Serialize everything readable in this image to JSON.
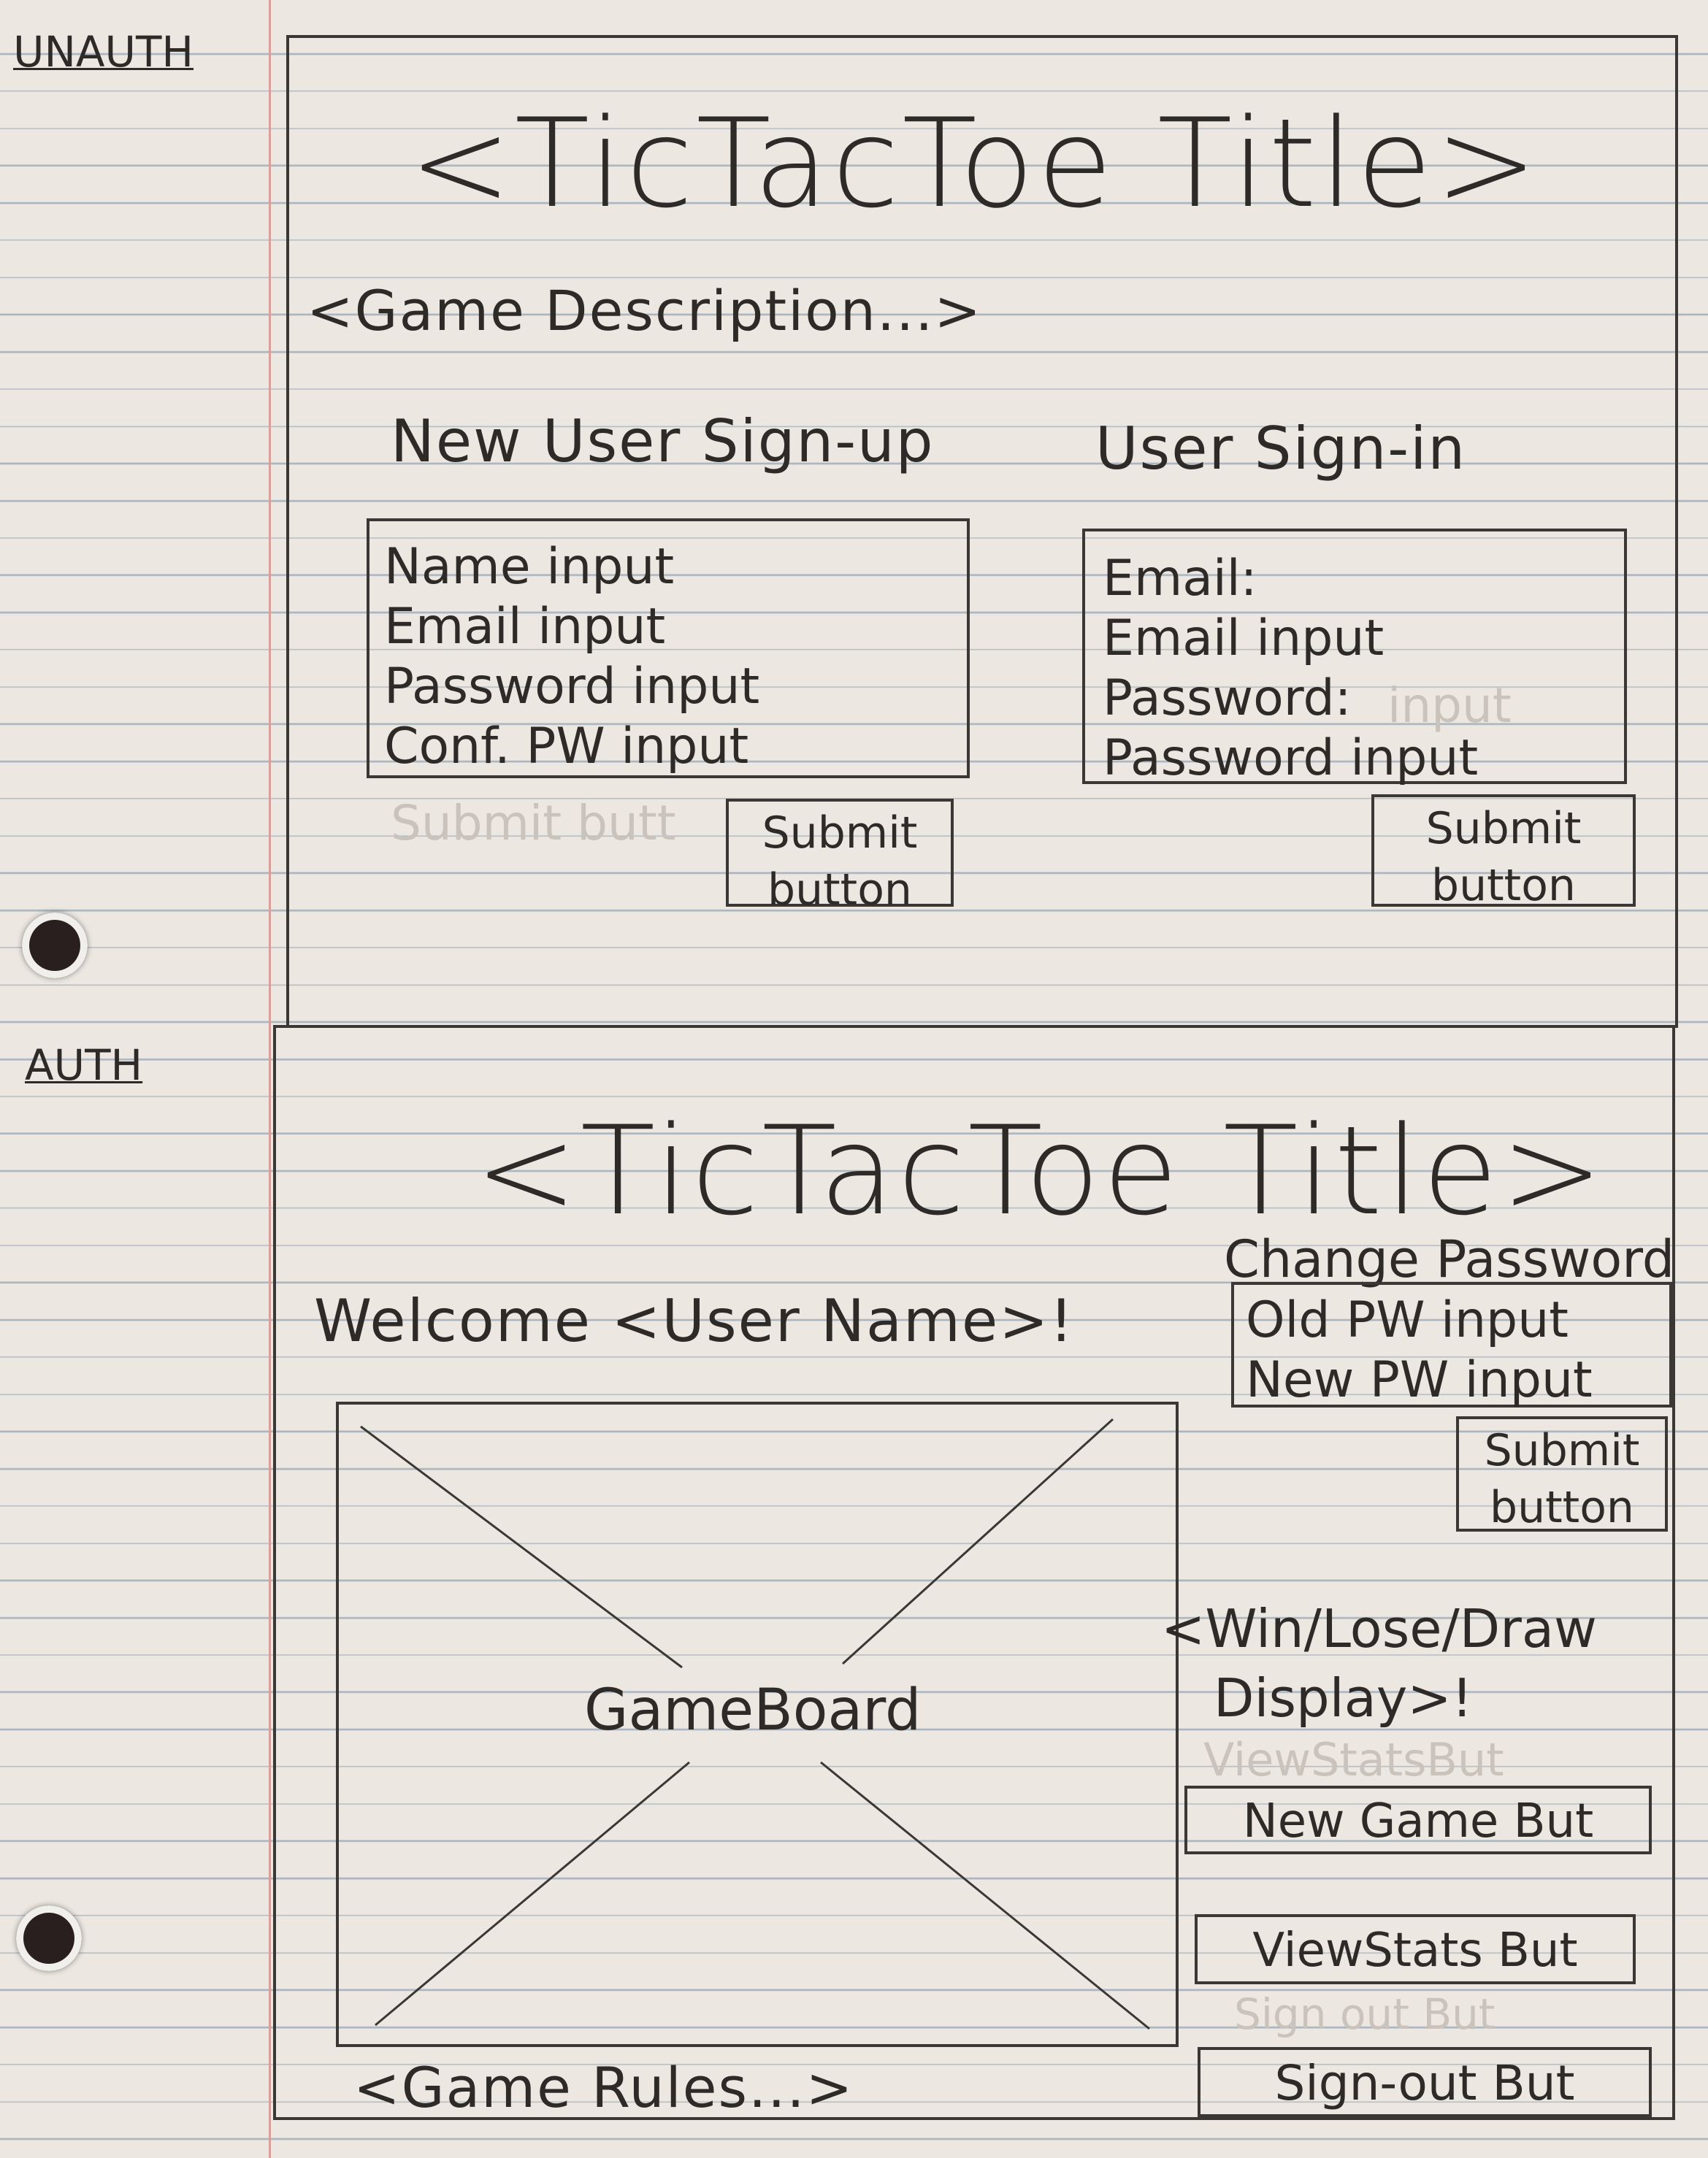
{
  "labels": {
    "unauth": "UNAUTH",
    "auth": "AUTH"
  },
  "unauth": {
    "title": "<TicTacToe Title>",
    "description": "<Game Description...>",
    "signup": {
      "heading": "New User Sign-up",
      "fields": [
        "Name input",
        "Email input",
        "Password input",
        "Conf. PW input"
      ],
      "faint_text": "Submit butt",
      "submit_line1": "Submit",
      "submit_line2": "button"
    },
    "signin": {
      "heading": "User Sign-in",
      "fields": [
        "Email:",
        "Email input",
        "Password:",
        "Password input"
      ],
      "faint_text": "input",
      "submit_line1": "Submit",
      "submit_line2": "button"
    }
  },
  "auth": {
    "title": "<TicTacToe Title>",
    "welcome": "Welcome <User Name>!",
    "change_password": {
      "heading": "Change Password",
      "fields": [
        "Old PW input",
        "New PW input"
      ],
      "submit_line1": "Submit",
      "submit_line2": "button"
    },
    "game_board_label": "GameBoard",
    "result_display_line1": "<Win/Lose/Draw",
    "result_display_line2": "Display>!",
    "faint_view_stats": "ViewStatsBut",
    "new_game_button": "New Game But",
    "view_stats_button": "ViewStats But",
    "faint_sign_out": "Sign out But",
    "sign_out_button": "Sign-out But",
    "game_rules": "<Game Rules...>"
  }
}
